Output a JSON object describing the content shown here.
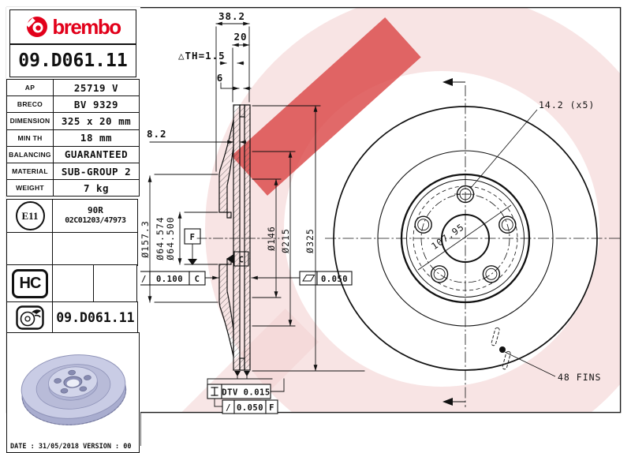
{
  "brand": {
    "name": "brembo",
    "color": "#e2001a"
  },
  "part_number": "09.D061.11",
  "spec_table": {
    "rows": [
      {
        "label": "AP",
        "value": "25719 V"
      },
      {
        "label": "BRECO",
        "value": "BV 9329"
      },
      {
        "label": "DIMENSION",
        "value": "325 x 20 mm"
      },
      {
        "label": "MIN TH",
        "value": "18 mm"
      },
      {
        "label": "BALANCING",
        "value": "GUARANTEED"
      },
      {
        "label": "MATERIAL",
        "value": "SUB-GROUP 2"
      },
      {
        "label": "WEIGHT",
        "value": "7 kg"
      }
    ]
  },
  "homologation": {
    "mark": "E11",
    "line1": "90R",
    "line2": "02C01203/47973"
  },
  "badges": {
    "hc": "HC"
  },
  "secondary_part_number": "09.D061.11",
  "footer": {
    "date_line": "DATE : 31/05/2018 VERSION : 00"
  },
  "section_view": {
    "width_total": "38.2",
    "disc_thickness": "20",
    "wear_limit": "△TH=1.5",
    "vane_width": "6",
    "flange_thickness": "8.2",
    "dia_flange": "Ø157.3",
    "dia_bore_max": "Ø64.574",
    "dia_bore_min": "Ø64.500",
    "datum_f": "F",
    "datum_c": "C",
    "parallelism_sym": "//",
    "parallelism_val": "0.100",
    "parallelism_datum": "C",
    "flatness_val": "0.050",
    "dtv_label": "DTV 0.015",
    "runout_sym": "/",
    "runout_val": "0.050",
    "runout_datum": "F",
    "dia_inner": "Ø146",
    "dia_band": "Ø215",
    "dia_outer": "Ø325"
  },
  "front_view": {
    "holes_label": "14.2 (x5)",
    "pcd_label": "107.95",
    "fins_label": "48 FINS"
  }
}
